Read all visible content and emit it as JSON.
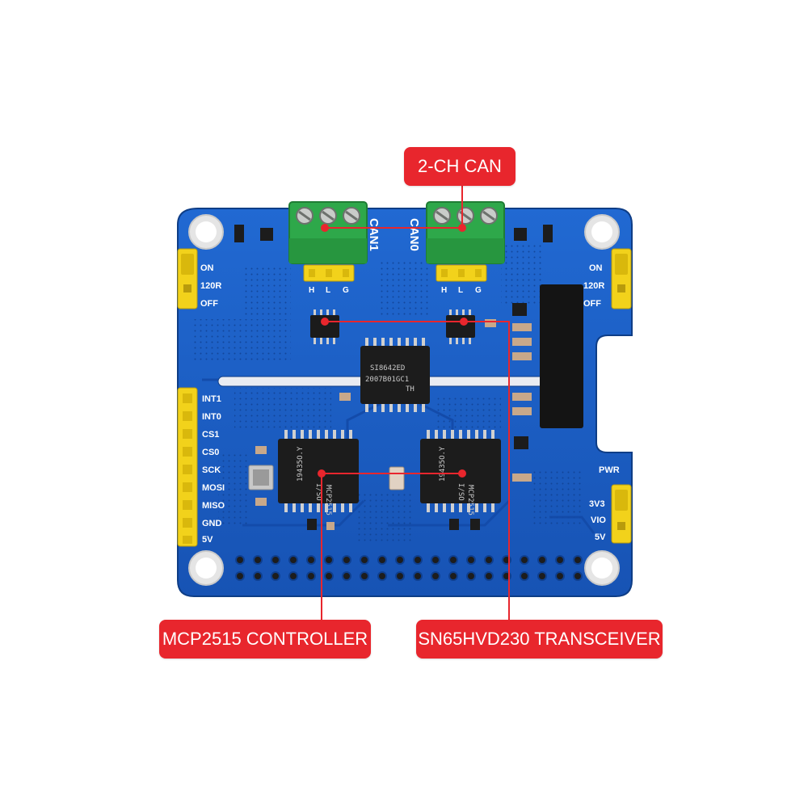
{
  "callouts": {
    "can": "2-CH CAN",
    "controller": "MCP2515 CONTROLLER",
    "transceiver": "SN65HVD230 TRANSCEIVER"
  },
  "board": {
    "can1": "CAN1",
    "can0": "CAN0",
    "hlg": [
      "H",
      "L",
      "G"
    ],
    "jumper_left": [
      "ON",
      "120R",
      "OFF"
    ],
    "jumper_right": [
      "ON",
      "120R",
      "OFF"
    ],
    "pin_header": [
      "INT1",
      "INT0",
      "CS1",
      "CS0",
      "SCK",
      "MOSI",
      "MISO",
      "GND",
      "5V"
    ],
    "power": [
      "PWR",
      "3V3",
      "VIO",
      "5V"
    ],
    "isolator_chip": [
      "SI8642ED",
      "2007B01GC1",
      "TH"
    ],
    "controller_chip": [
      "19435O.Y",
      "I/SO",
      "MCP2515"
    ]
  },
  "colors": {
    "pcb": "#1a5fc4",
    "callout": "#e8262d",
    "terminal": "#2ea84a",
    "header_yellow": "#f2d21b"
  }
}
